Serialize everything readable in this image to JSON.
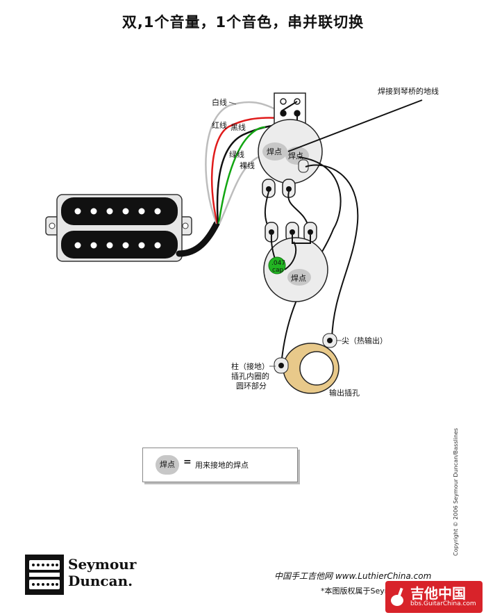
{
  "title": "双,1个音量，1个音色，串并联切换",
  "labels": {
    "white_wire": "白线",
    "red_wire": "红线",
    "black_wire": "黑线",
    "green_wire": "绿线",
    "bare_wire": "裸线",
    "bridge_ground": "焊接到琴桥的地线",
    "solder_1": "焊点",
    "solder_2": "焊点",
    "solder_3": "焊点",
    "cap_value": ".047",
    "cap_unit": "cap",
    "tip": "尖（热输出）",
    "sleeve_1": "柱（接地）",
    "sleeve_2": "插孔内圈的",
    "sleeve_3": "圆环部分",
    "output_jack": "输出插孔"
  },
  "legend": {
    "dot": "焊点",
    "equals": "=",
    "text": "用来接地的焊点"
  },
  "copyright": "Copyright © 2006 Seymour Duncan/Basslines",
  "logo": {
    "line1": "Seymour",
    "line2": "Duncan."
  },
  "footer": {
    "site": "中国手工吉他网 www.LuthierChina.com",
    "rights": "*本图版权属于Seymour"
  },
  "watermark": {
    "line1": "吉他中国",
    "line2": "bbs.GuitarChina.com"
  },
  "colors": {
    "white_wire": "#bdbdbd",
    "red_wire": "#e01b1b",
    "green_wire": "#12a612",
    "black_wire": "#111111",
    "cap": "#22b422",
    "jack_ring": "#e8c98a",
    "solder_gray": "#c7c7c7"
  }
}
